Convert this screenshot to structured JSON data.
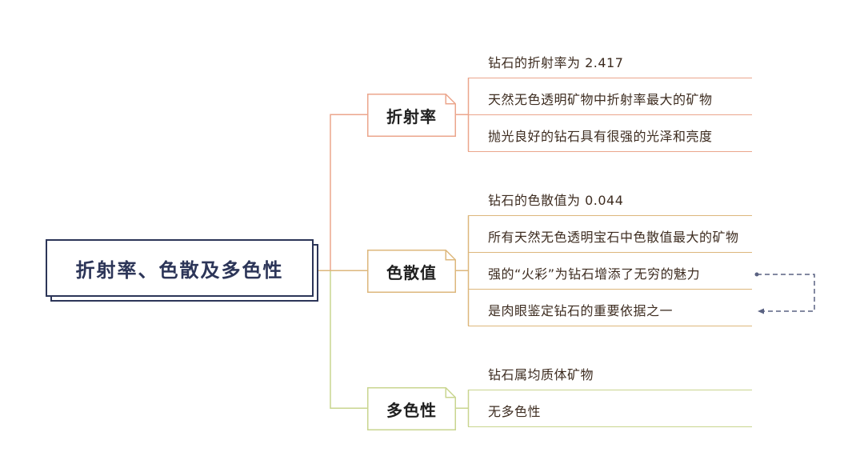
{
  "root": {
    "label": "折射率、色散及多色性"
  },
  "branches": [
    {
      "label": "折射率",
      "color": "#eba68c",
      "items": [
        "钻石的折射率为 2.417",
        "天然无色透明矿物中折射率最大的矿物",
        "抛光良好的钻石具有很强的光泽和亮度"
      ]
    },
    {
      "label": "色散值",
      "color": "#ddb77c",
      "items": [
        "钻石的色散值为 0.044",
        "所有天然无色透明宝石中色散值最大的矿物",
        "强的“火彩”为钻石增添了无穷的魅力",
        "是肉眼鉴定钻石的重要依据之一"
      ]
    },
    {
      "label": "多色性",
      "color": "#c9d58f",
      "items": [
        "钻石属均质体矿物",
        "无多色性"
      ]
    }
  ],
  "cross_links": [
    {
      "branch": 1,
      "from_item": 2,
      "to_item": 3
    }
  ],
  "colors": {
    "root": "#2c3558",
    "branch_text": "#1f1f1f",
    "leaf_text": "#3d2c20",
    "cross_link": "#5a6282",
    "background": "#ffffff"
  }
}
